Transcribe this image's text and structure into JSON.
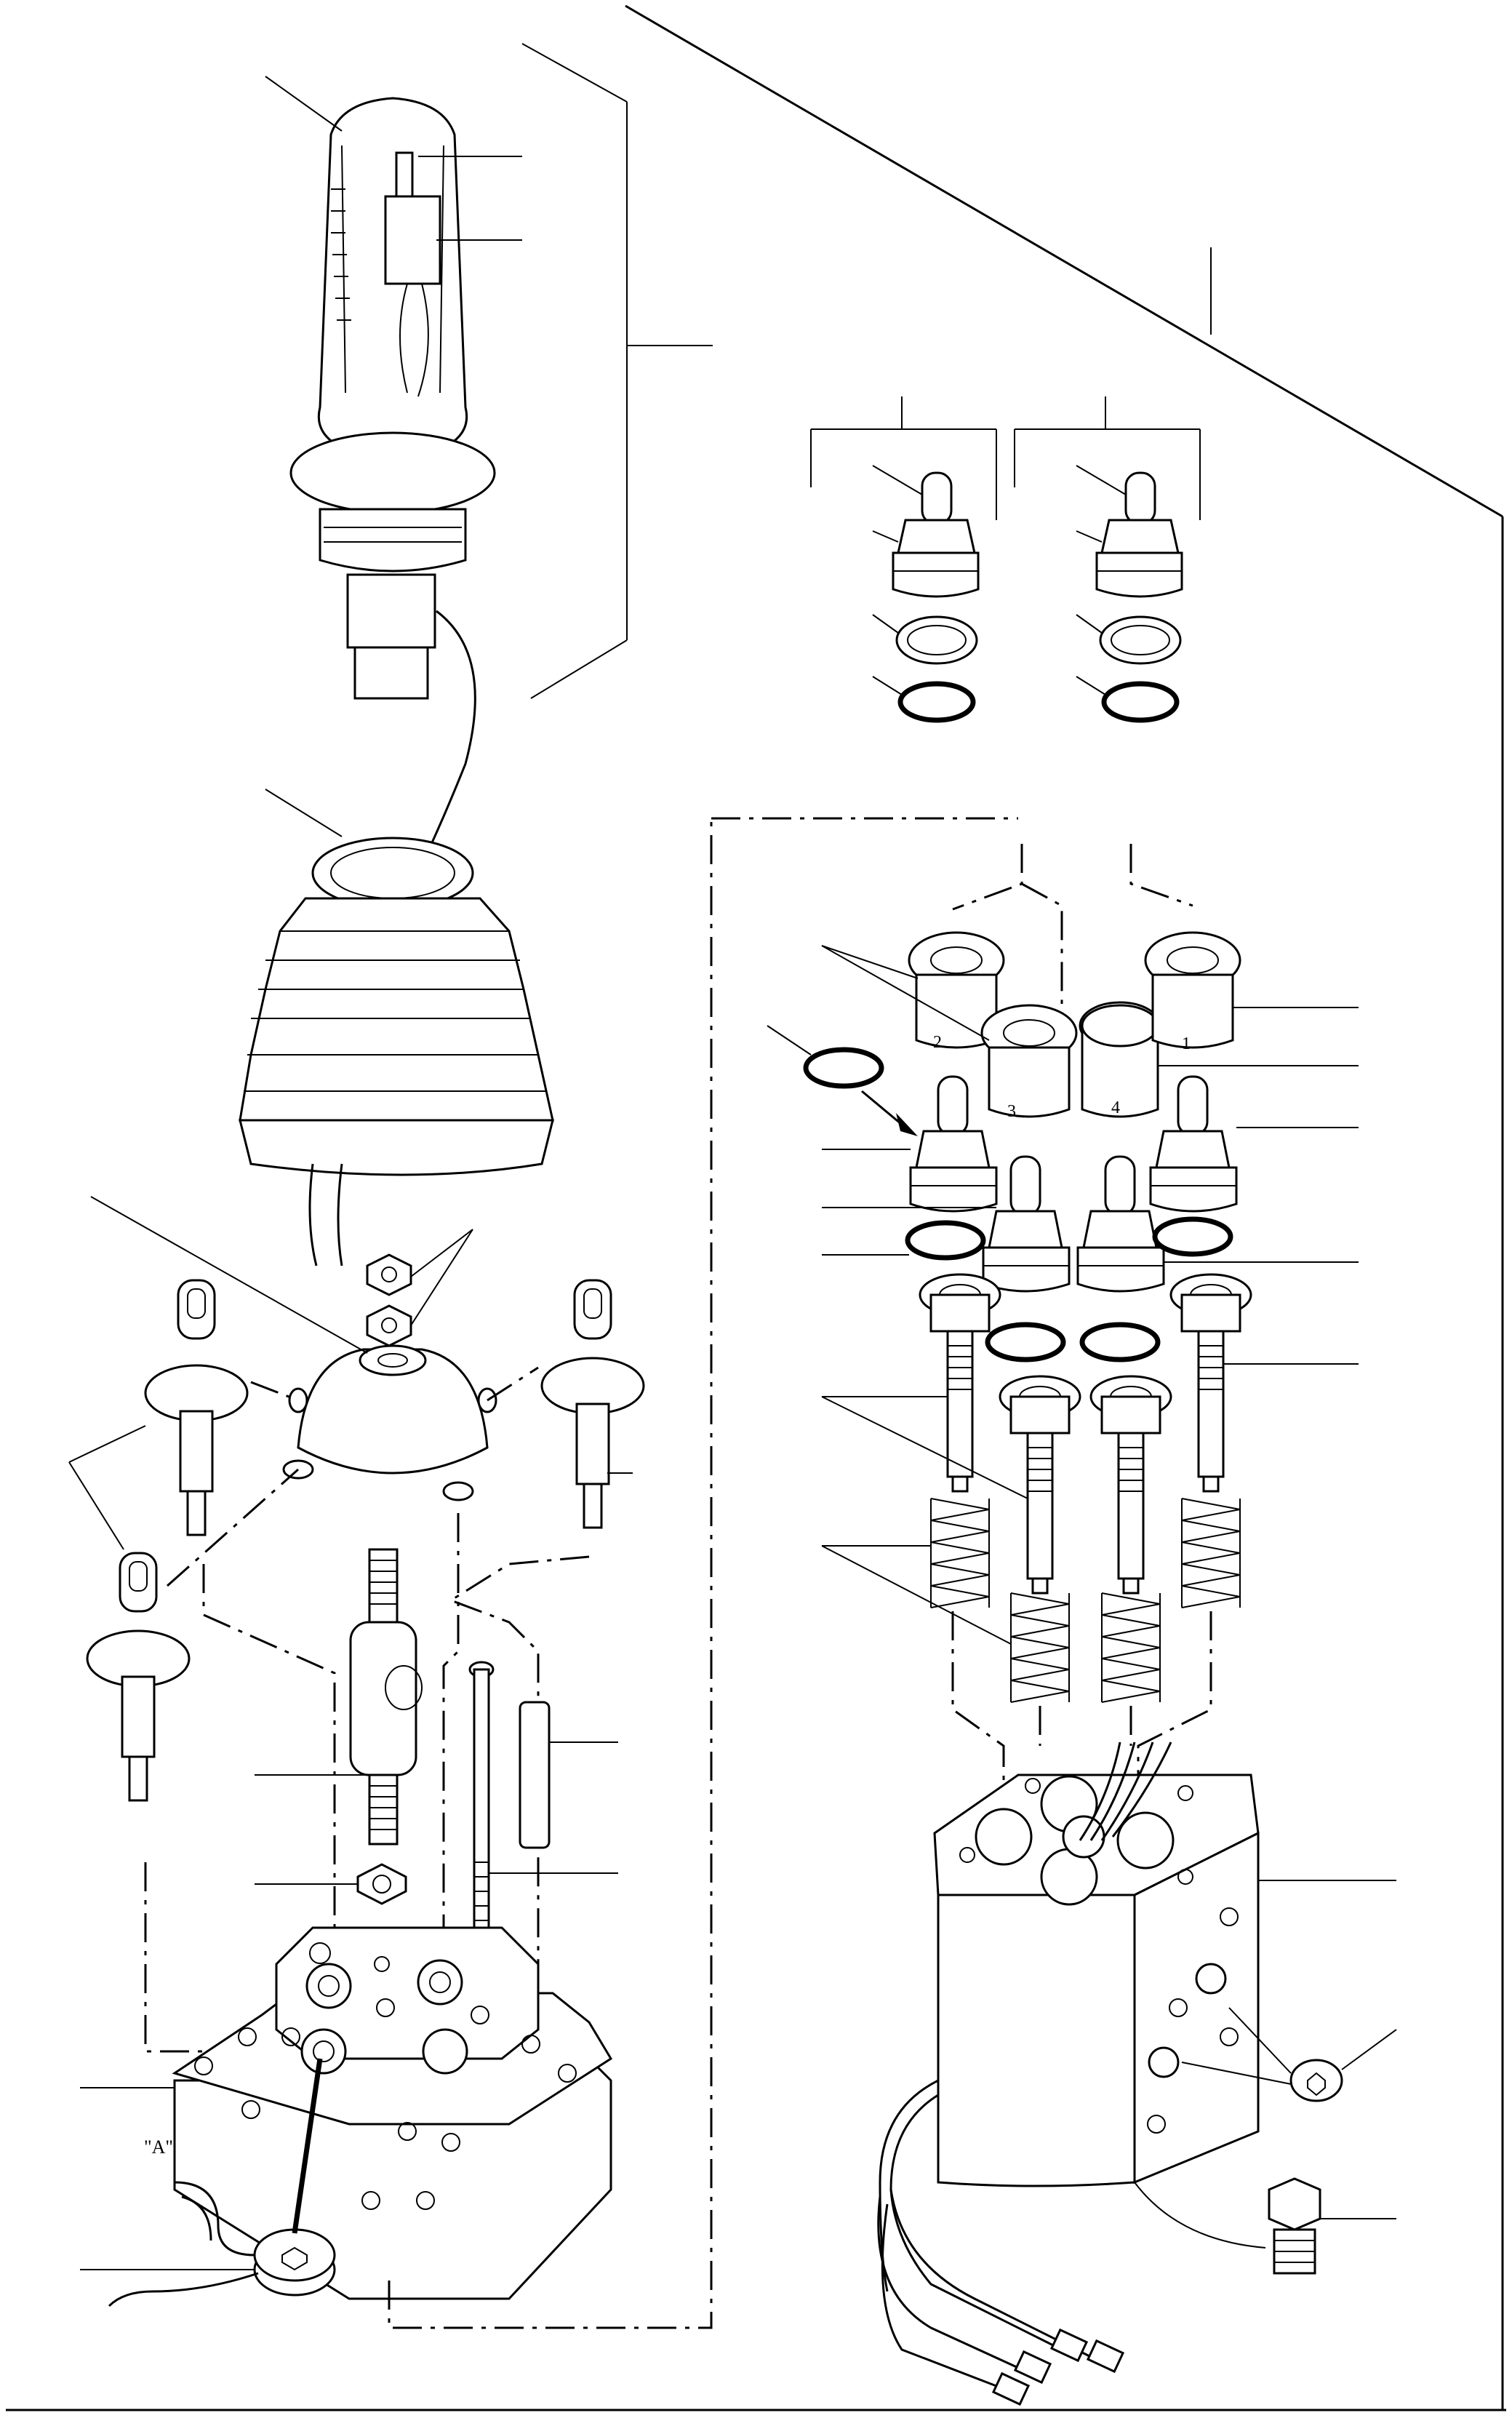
{
  "figure": {
    "view_label": "\"A\"",
    "cartridge_numbers": [
      "1",
      "2",
      "3",
      "4"
    ]
  }
}
